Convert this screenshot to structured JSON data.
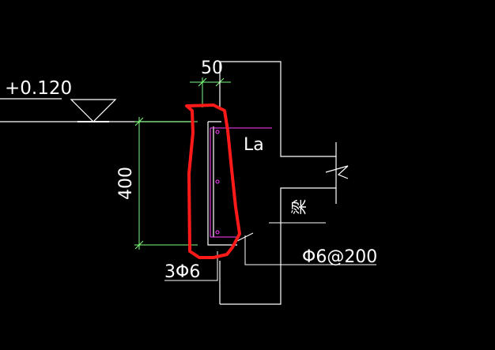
{
  "labels": {
    "elevation": "+0.120",
    "dim_top": "50",
    "dim_side": "400",
    "anchorage": "La",
    "beam": "梁",
    "stirrup": "Φ6@200",
    "bars": "3Φ6"
  },
  "colors": {
    "background": "#000000",
    "lines": "#ffffff",
    "dimension": "#7dff7d",
    "rebar": "#ff40ff",
    "markup": "#ff1a1a"
  },
  "icons": {
    "elevation_marker": "elevation-triangle-icon",
    "break_line": "break-line-icon"
  }
}
